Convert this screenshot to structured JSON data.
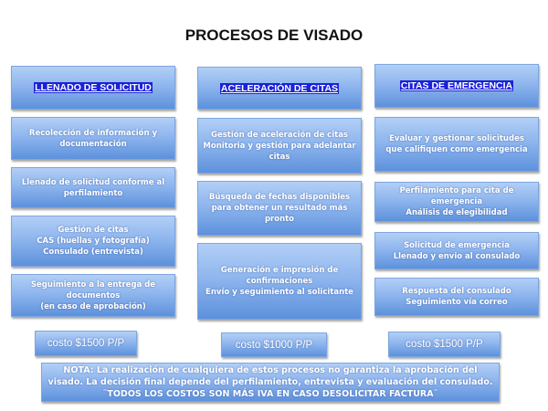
{
  "title": "PROCESOS DE VISADO",
  "columns": [
    {
      "header": "LLENADO DE SOLICITUD",
      "items": [
        "Recolección de información y\ndocumentación",
        "Llenado de solicitud conforme al\nperfilamiento",
        "Gestión de citas\nCAS (huellas y fotografía)\nConsulado (entrevista)",
        "Seguimiento a la entrega de\ndocumentos\n(en caso de aprobación)"
      ],
      "cost": "costo $1500 P/P"
    },
    {
      "header": "ACELERACIÓN DE CITAS",
      "items": [
        "Gestión de aceleración de citas\nMonitoria y gestión para adelantar citas",
        "Búsqueda de fechas disponibles\npara obtener un resultado más pronto",
        "Generación e impresión de\nconfirmaciones\nEnvío y seguimiento al solicitante"
      ],
      "cost": "costo $1000 P/P"
    },
    {
      "header": "CITAS DE EMERGENCIA",
      "items": [
        "Evaluar y gestionar solicitudes\nque califiquen como emergencia",
        "Perfilamiento para cita de emergencia\nAnálisis de elegibilidad",
        "Solicitud de emergencia\nLlenado y envio al consulado",
        "Respuesta del consulado\nSeguimiento vía correo"
      ],
      "cost": "costo $1500 P/P"
    }
  ],
  "note": "NOTA: La realización de cualquiera de estos procesos no garantiza la aprobación del visado. La decisión final depende del perfilamiento, entrevista y evaluación del consulado.\n¨TODOS LOS COSTOS SON MÁS IVA EN CASO DESOLICITAR FACTURA¨"
}
